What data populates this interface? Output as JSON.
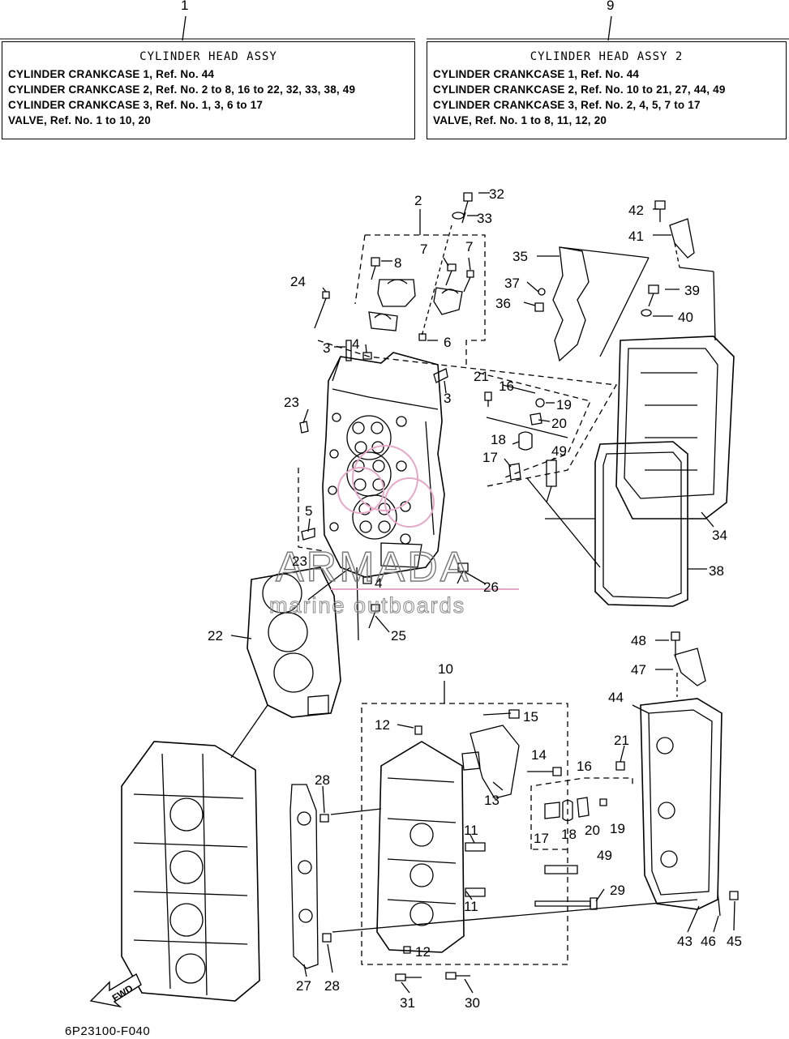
{
  "headers": {
    "left_number": "1",
    "right_number": "9"
  },
  "left_box": {
    "title": "CYLINDER HEAD ASSY",
    "lines": [
      "CYLINDER CRANKCASE 1, Ref. No. 44",
      "CYLINDER CRANKCASE 2, Ref. No. 2 to 8, 16 to 22, 32, 33, 38, 49",
      "CYLINDER CRANKCASE 3, Ref. No. 1, 3, 6 to 17",
      "VALVE, Ref. No. 1 to 10, 20"
    ]
  },
  "right_box": {
    "title": "CYLINDER HEAD ASSY 2",
    "lines": [
      "CYLINDER CRANKCASE 1, Ref. No. 44",
      "CYLINDER CRANKCASE 2, Ref. No. 10 to 21, 27, 44, 49",
      "CYLINDER CRANKCASE 3, Ref. No. 2, 4, 5, 7 to 17",
      "VALVE, Ref. No. 1 to 8, 11, 12, 20"
    ]
  },
  "callouts": [
    "2",
    "32",
    "33",
    "7",
    "7",
    "8",
    "24",
    "35",
    "37",
    "36",
    "42",
    "41",
    "39",
    "40",
    "3",
    "4",
    "6",
    "3",
    "21",
    "16",
    "19",
    "20",
    "23",
    "18",
    "17",
    "49",
    "5",
    "34",
    "38",
    "23",
    "4",
    "26",
    "25",
    "22",
    "48",
    "47",
    "10",
    "12",
    "15",
    "44",
    "21",
    "14",
    "16",
    "28",
    "13",
    "17",
    "18",
    "20",
    "19",
    "11",
    "49",
    "11",
    "29",
    "27",
    "28",
    "12",
    "31",
    "30",
    "43",
    "46",
    "45"
  ],
  "watermark": {
    "brand": "ARMADA",
    "tagline": "marine outboards"
  },
  "fwd_label": "FWD",
  "diagram_code": "6P23100-F040"
}
